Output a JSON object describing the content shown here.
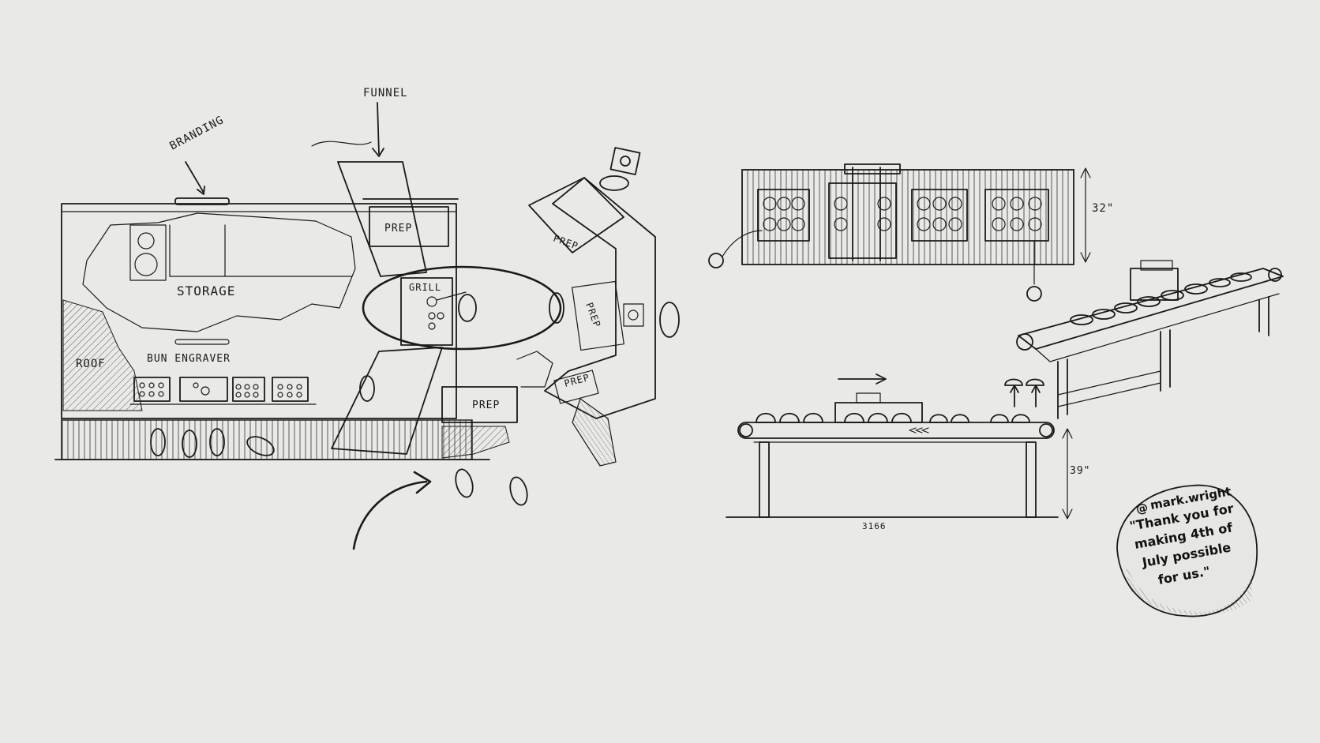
{
  "labels": {
    "branding": "BRANDING",
    "funnel": "FUNNEL",
    "storage": "STORAGE",
    "roof": "ROOF",
    "bun_engraver": "BUN ENGRAVER",
    "grill": "GRILL",
    "prep_1": "PREP",
    "prep_2": "PREP",
    "prep_3": "PREP",
    "prep_4": "PREP",
    "prep_5": "PREP"
  },
  "dimensions": {
    "height_top": "32\"",
    "height_conveyor": "39\"",
    "length": "3166"
  },
  "note": {
    "handle": "mark.wright",
    "line1": "\"Thank you for",
    "line2": "making 4th of",
    "line3": "July possible",
    "line4": "for us.\""
  },
  "colors": {
    "paper": "#e9e9e6",
    "ink": "#1a1a1a"
  },
  "icons": [
    "threads-logo-icon",
    "arrow-right-icon",
    "arrow-up-icon",
    "curved-arrow-icon"
  ]
}
